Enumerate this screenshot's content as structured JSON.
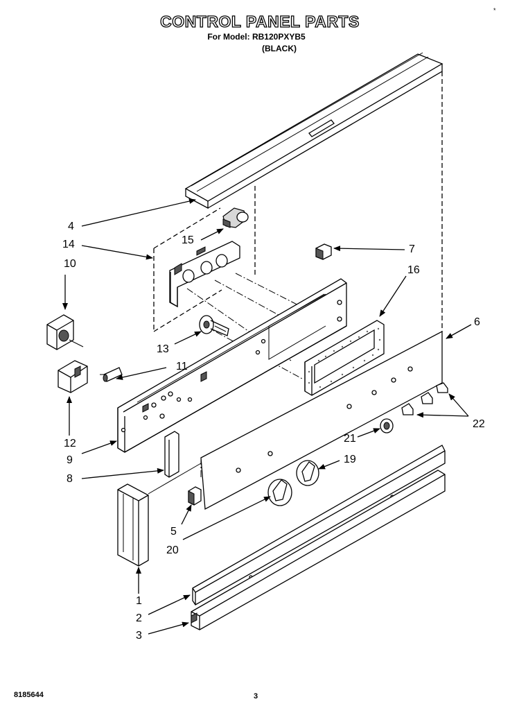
{
  "header": {
    "title": "CONTROL PANEL PARTS",
    "model_line": "For Model: RB120PXYB5",
    "variant": "(BLACK)",
    "corner_mark": "*"
  },
  "diagram": {
    "part_numbers": {
      "p1": "1",
      "p2": "2",
      "p3": "3",
      "p4": "4",
      "p5": "5",
      "p6": "6",
      "p7": "7",
      "p8": "8",
      "p9": "9",
      "p10": "10",
      "p11": "11",
      "p12": "12",
      "p13": "13",
      "p14": "14",
      "p15": "15",
      "p16": "16",
      "p19": "19",
      "p20": "20",
      "p21": "21",
      "p22": "22"
    }
  },
  "footer": {
    "code": "8185644",
    "page": "3"
  }
}
